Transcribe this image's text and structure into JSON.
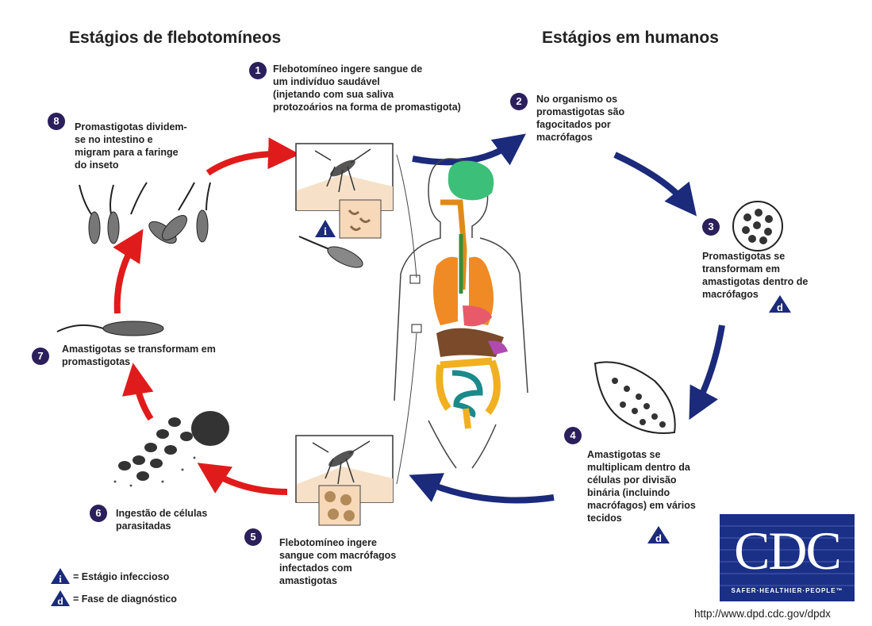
{
  "headings": {
    "sandfly": "Estágios de flebotomíneos",
    "human": "Estágios em humanos"
  },
  "steps": [
    {
      "num": "1",
      "lines": [
        "Flebotomíneo ingere sangue de",
        "um indivíduo saudável",
        "(injetando com sua saliva",
        "protozoários na forma de promastigota)"
      ]
    },
    {
      "num": "2",
      "lines": [
        "No organismo os",
        "promastigotas são",
        "fagocitados por",
        "macrófagos"
      ]
    },
    {
      "num": "3",
      "lines": [
        "Promastigotas se",
        "transformam em",
        "amastigotas dentro de",
        "macrófagos"
      ]
    },
    {
      "num": "4",
      "lines": [
        "Amastigotas se",
        "multiplicam dentro da",
        "células por divisão",
        "binária (incluindo",
        "macrófagos) em vários",
        "tecidos"
      ]
    },
    {
      "num": "5",
      "lines": [
        "Flebotomíneo ingere",
        "sangue com macrófagos",
        "infectados com",
        "amastigotas"
      ]
    },
    {
      "num": "6",
      "lines": [
        "Ingestão de células",
        "parasitadas"
      ]
    },
    {
      "num": "7",
      "lines": [
        "Amastigotas se transformam em",
        "promastigotas"
      ]
    },
    {
      "num": "8",
      "lines": [
        "Promastigotas dividem-",
        "se no intestino e",
        "migram para a faringe",
        "do inseto"
      ]
    }
  ],
  "legend": {
    "infective_symbol": "i",
    "infective_label": "= Estágio infeccioso",
    "diagnostic_symbol": "d",
    "diagnostic_label": "= Fase de diagnóstico"
  },
  "logo": {
    "text": "CDC",
    "tagline": "SAFER·HEALTHIER·PEOPLE™",
    "url": "http://www.dpd.cdc.gov/dpdx"
  },
  "colors": {
    "human_arrow": "#1b2a7a",
    "sandfly_arrow": "#e01b1b",
    "number_circle": "#2b1f5c",
    "cdc_blue": "#1a2f86"
  },
  "icons": {
    "infective_marker": "infective-stage-triangle-icon",
    "diagnostic_marker": "diagnostic-stage-triangle-icon"
  }
}
